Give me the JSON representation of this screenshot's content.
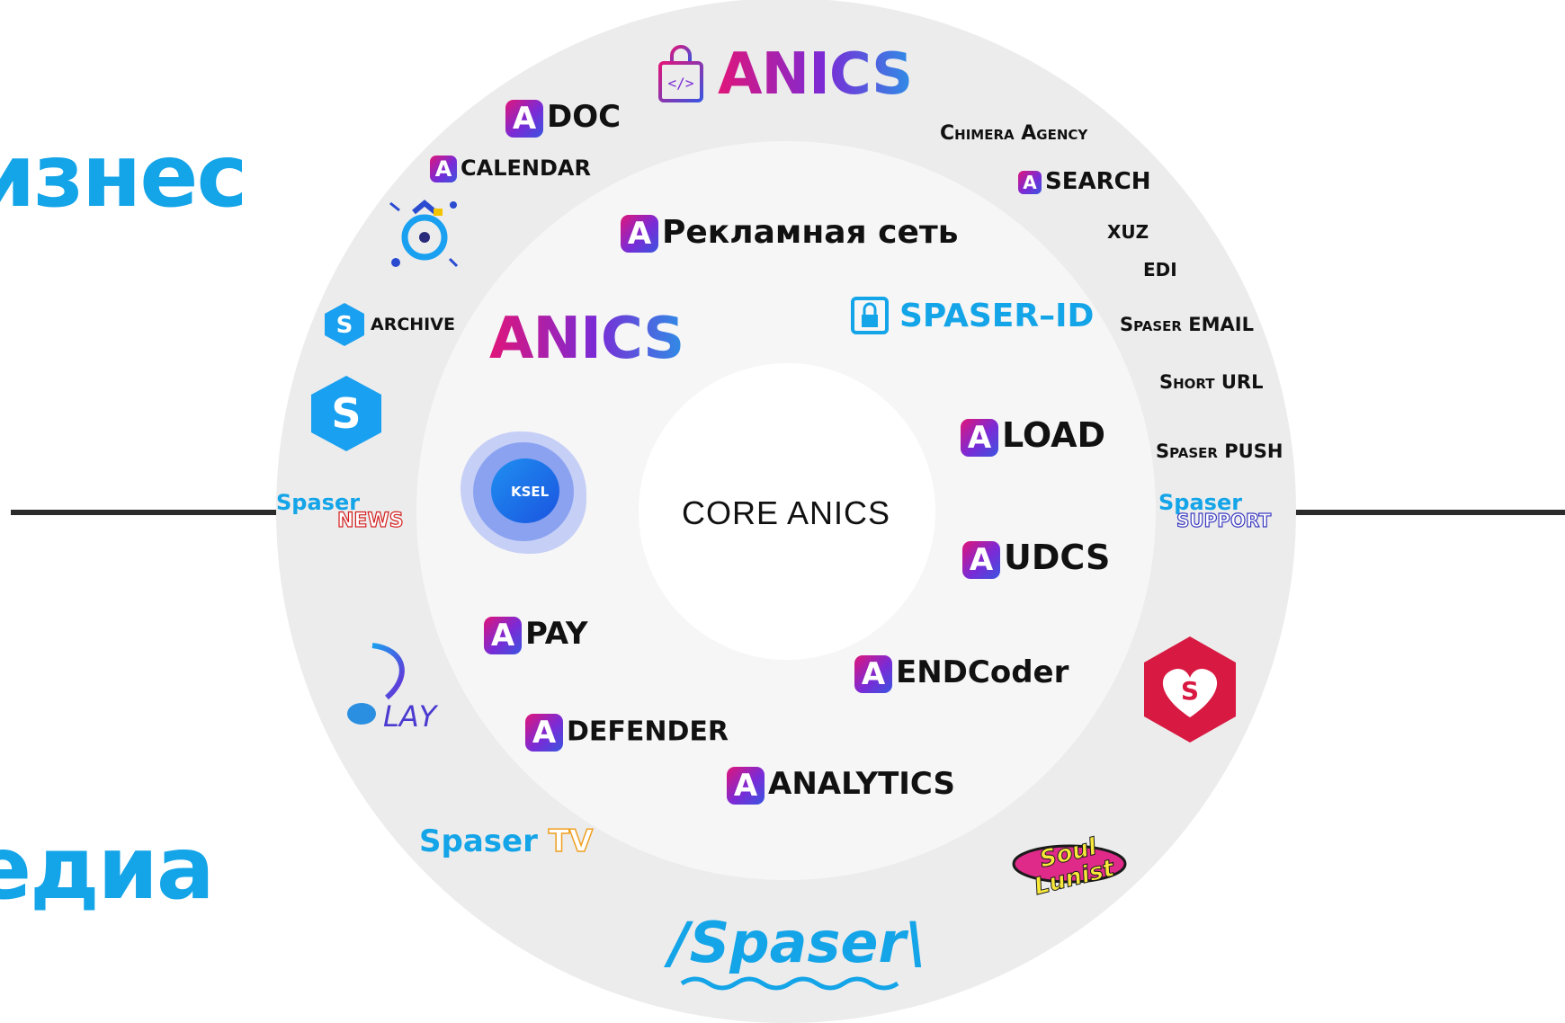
{
  "headings": {
    "top": "изнес",
    "bottom": "едиа"
  },
  "core": "CORE ANICS",
  "center_logos": {
    "anics": "ANICS",
    "ksel": "KSEL"
  },
  "inner_items": [
    {
      "badge": "A",
      "label": "Рекламная сеть"
    },
    {
      "label": "SPASER–ID"
    },
    {
      "badge": "A",
      "label": "LOAD"
    },
    {
      "badge": "A",
      "label": "UDCS"
    },
    {
      "badge": "A",
      "label": "ENDCoder"
    },
    {
      "badge": "A",
      "label": "ANALYTICS"
    },
    {
      "badge": "A",
      "label": "DEFENDER"
    },
    {
      "badge": "A",
      "label": "PAY"
    }
  ],
  "outer_items": {
    "anics_top": "ANICS",
    "doc": {
      "badge": "A",
      "label": "DOC"
    },
    "calendar": {
      "badge": "A",
      "label": "CALENDAR"
    },
    "chimera": "Chimera Agency",
    "search": {
      "badge": "A",
      "label": "SEARCH"
    },
    "xuz": "XUZ",
    "edi": "EDI",
    "spaser_email": "Spaser EMAIL",
    "short_url": "Short URL",
    "spaser_push": "Spaser PUSH",
    "archive": {
      "badge": "S",
      "label": "ARCHIVE"
    },
    "s_logo": "S",
    "news": {
      "brand": "Spaser",
      "label": "NEWS"
    },
    "support": {
      "brand": "Spaser",
      "label": "SUPPORT"
    },
    "play": "LAY",
    "tv": {
      "brand": "Spaser",
      "label": "TV"
    },
    "spaser_main": "/Spaser\\",
    "heart_s": "S",
    "soul": "Soul Lunist"
  },
  "colors": {
    "accent_blue": "#14a4e8",
    "ring_outer": "#ececec",
    "ring_middle": "#f5f5f5",
    "core": "#ffffff"
  }
}
